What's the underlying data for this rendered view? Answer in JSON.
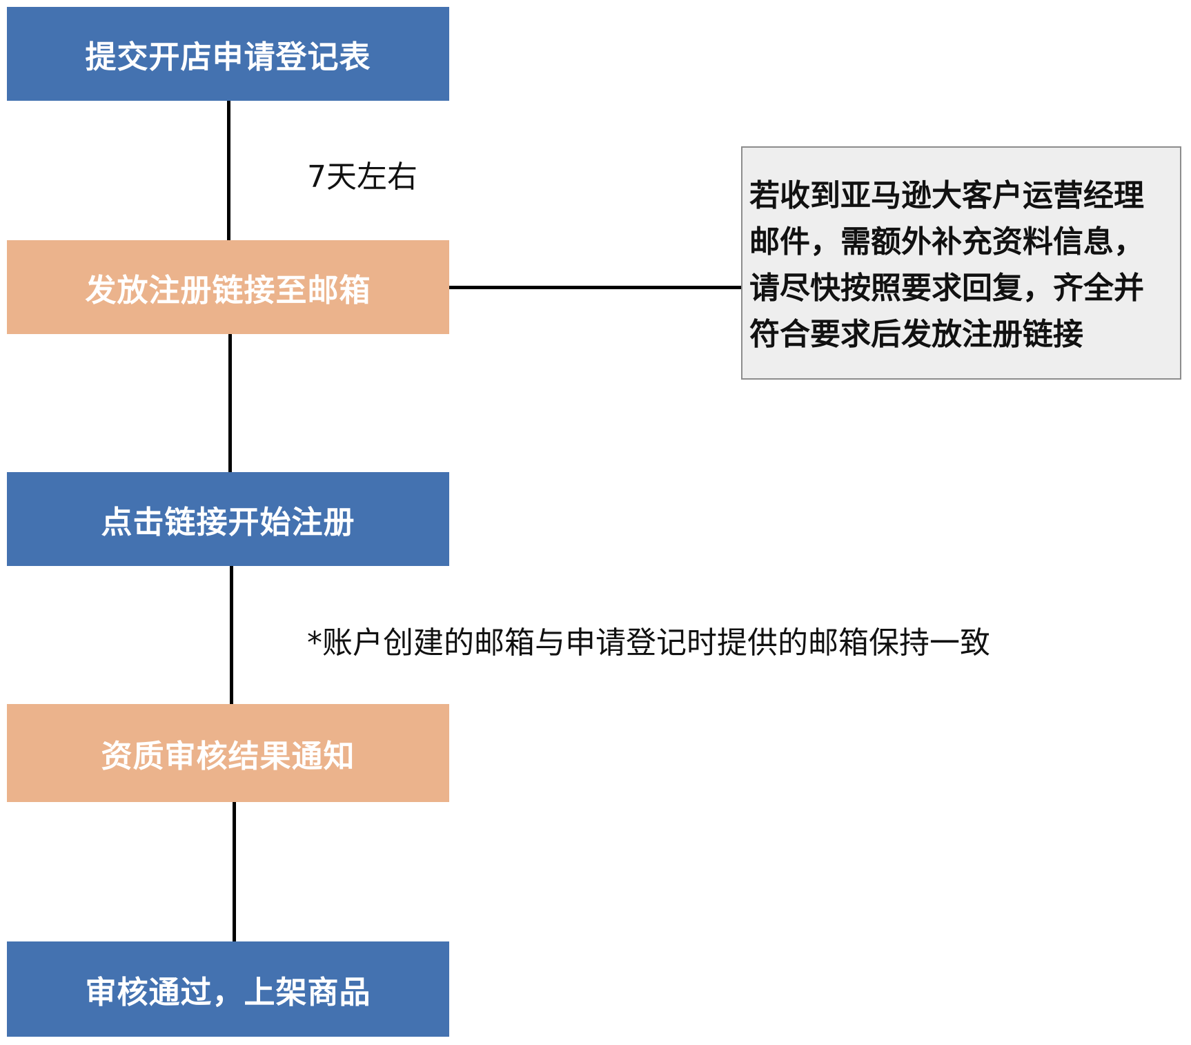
{
  "steps": [
    {
      "label": "提交开店申请登记表",
      "style": "blue"
    },
    {
      "label": "发放注册链接至邮箱",
      "style": "orange"
    },
    {
      "label": "点击链接开始注册",
      "style": "blue"
    },
    {
      "label": "资质审核结果通知",
      "style": "orange"
    },
    {
      "label": "审核通过，上架商品",
      "style": "blue"
    }
  ],
  "annotations": {
    "duration": "7天左右",
    "email_note": "*账户创建的邮箱与申请登记时提供的邮箱保持一致"
  },
  "side_note": {
    "lines": [
      "若收到亚马逊大客户运营经理",
      "邮件，需额外补充资料信息，",
      "请尽快按照要求回复，齐全并",
      "符合要求后发放注册链接"
    ]
  },
  "colors": {
    "blue": "#4472b0",
    "orange": "#ebb38c",
    "note_bg": "#eeeeee"
  }
}
